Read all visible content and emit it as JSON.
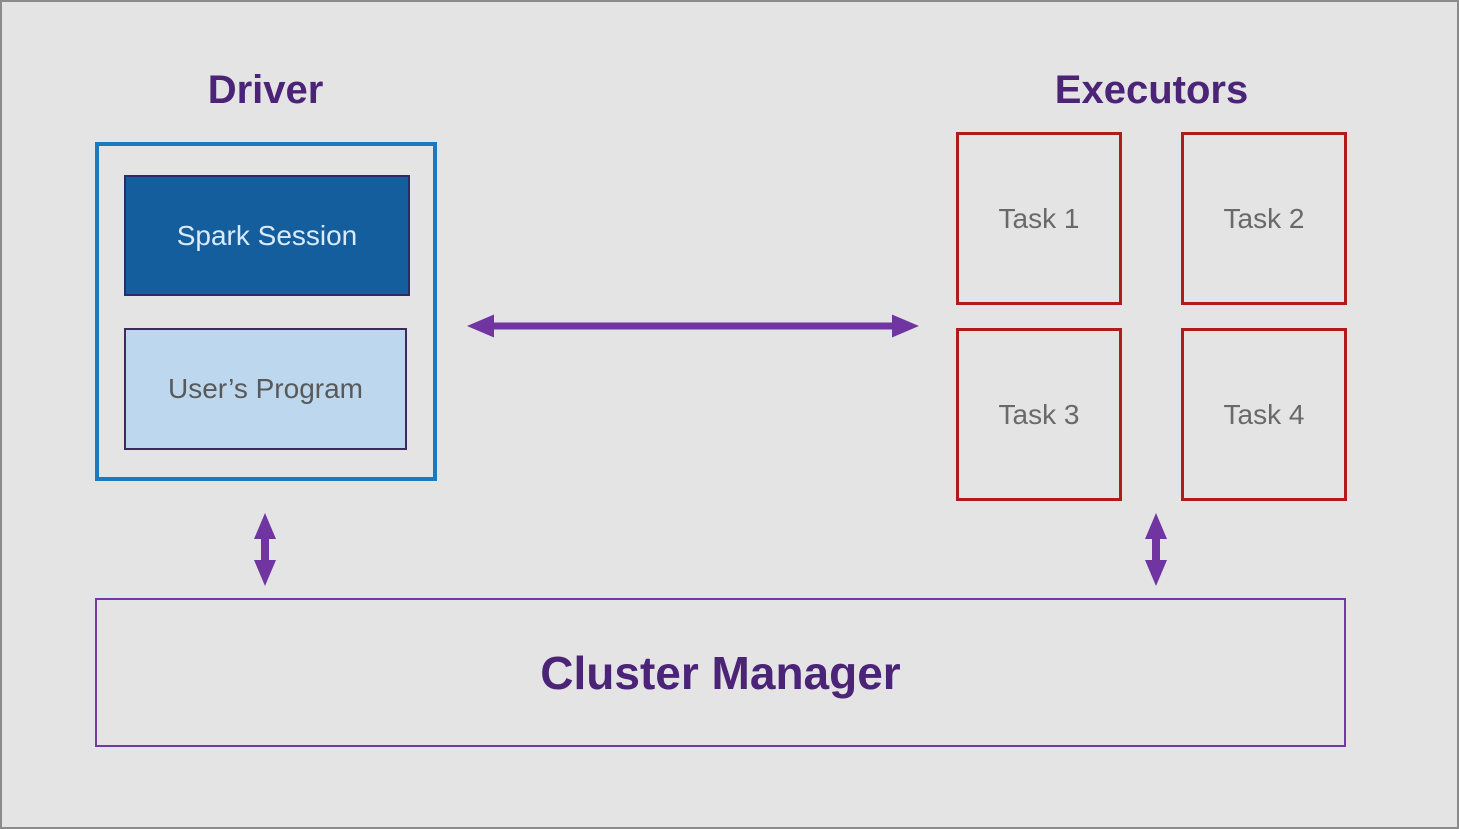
{
  "page": {
    "background_color": "#E4E4E5",
    "frame_border_color": "#8B8B8B"
  },
  "driver": {
    "title": "Driver",
    "box_border_color": "#1B7ABF",
    "spark_session": {
      "label": "Spark Session",
      "fill_color": "#155E9D",
      "border_color": "#2B2B66",
      "text_color": "#DAEAF8"
    },
    "users_program": {
      "label": "User’s Program",
      "fill_color": "#BDD7EE",
      "border_color": "#3F2A5E",
      "text_color": "#595959"
    }
  },
  "executors": {
    "title": "Executors",
    "box_border_color": "#AE1C1C",
    "task_text_color": "#696969",
    "tasks": [
      {
        "label": "Task 1"
      },
      {
        "label": "Task 2"
      },
      {
        "label": "Task 3"
      },
      {
        "label": "Task 4"
      }
    ]
  },
  "cluster_manager": {
    "label": "Cluster Manager",
    "border_color": "#7438A5",
    "text_color": "#4B2377"
  },
  "titles_color": "#4B2377",
  "arrows": {
    "color": "#7135A2",
    "connections": [
      {
        "name": "driver-executors",
        "direction": "horizontal-bidirectional"
      },
      {
        "name": "driver-cluster-manager",
        "direction": "vertical-bidirectional"
      },
      {
        "name": "executors-cluster-manager",
        "direction": "vertical-bidirectional"
      }
    ]
  }
}
